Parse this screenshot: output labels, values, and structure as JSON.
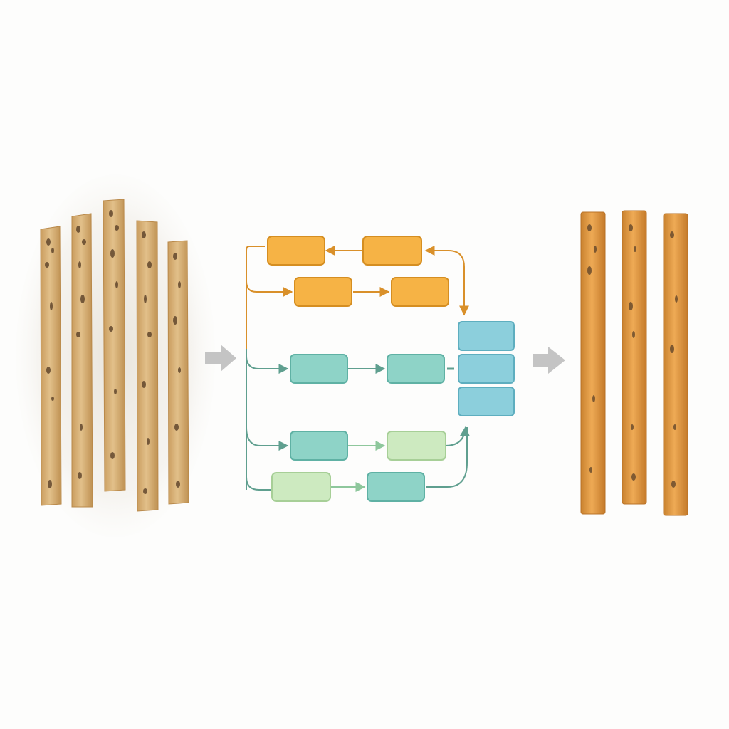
{
  "diagram": {
    "colors": {
      "background": "#fdfdfc",
      "strip_wood": "#d9b276",
      "strip_wood_dark": "#b9894a",
      "strip_restored": "#de9a45",
      "strip_restored_dark": "#b97227",
      "ink": "#5a4028",
      "arrow_gray": "#c4c4c4",
      "node_orange": "#f6b345",
      "node_orange_edge": "#d58e21",
      "node_teal": "#8ed3c7",
      "node_teal_edge": "#5fb1a4",
      "node_lightgreen": "#cdeac0",
      "node_lightgreen_edge": "#a7cf97",
      "node_blue": "#8ccfdc",
      "node_blue_edge": "#5eaebf",
      "line_orange": "#d9902a",
      "line_teal": "#5f9f8f",
      "line_green": "#8ec79c"
    },
    "input_strips": {
      "count": 5,
      "state": "fragmented"
    },
    "output_strips": {
      "count": 3,
      "state": "restored"
    },
    "stage_arrows": [
      "input-to-process",
      "process-to-output"
    ],
    "pipeline_nodes": [
      {
        "id": "o1",
        "color": "orange"
      },
      {
        "id": "o2",
        "color": "orange"
      },
      {
        "id": "o3",
        "color": "orange"
      },
      {
        "id": "o4",
        "color": "orange"
      },
      {
        "id": "t1",
        "color": "teal"
      },
      {
        "id": "t2",
        "color": "teal"
      },
      {
        "id": "t3",
        "color": "teal"
      },
      {
        "id": "g1",
        "color": "lightgreen"
      },
      {
        "id": "g2",
        "color": "lightgreen"
      },
      {
        "id": "t4",
        "color": "teal"
      },
      {
        "id": "b1",
        "color": "blue"
      },
      {
        "id": "b2",
        "color": "blue"
      },
      {
        "id": "b3",
        "color": "blue"
      }
    ]
  }
}
